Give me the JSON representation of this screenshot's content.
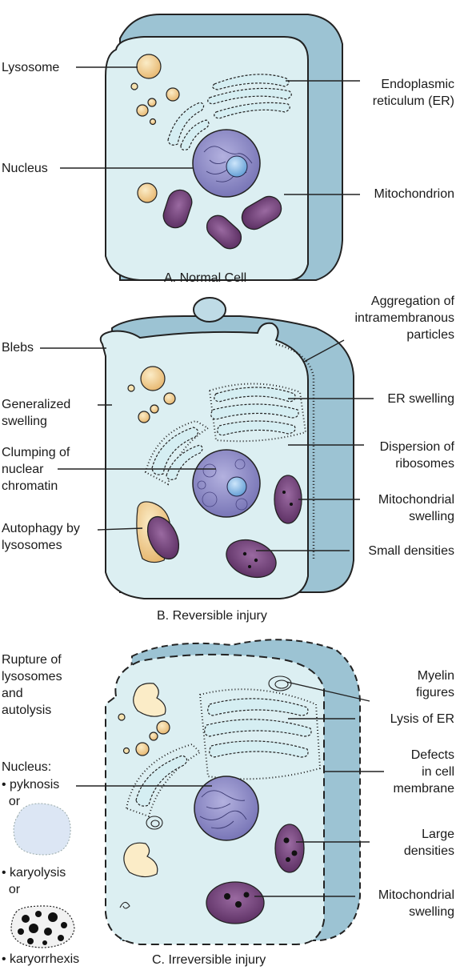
{
  "panels": {
    "a": {
      "caption": "A. Normal Cell",
      "labels": {
        "lysosome": "Lysosome",
        "nucleus": "Nucleus",
        "er": "Endoplasmic\nreticulum (ER)",
        "mito": "Mitochondrion"
      }
    },
    "b": {
      "caption": "B. Reversible injury",
      "labels": {
        "blebs": "Blebs",
        "swelling": "Generalized\nswelling",
        "clumping": "Clumping of\nnuclear\nchromatin",
        "autophagy": "Autophagy by\nlysosomes",
        "aggregation": "Aggregation of\nintramembranous\nparticles",
        "er_swelling": "ER swelling",
        "dispersion": "Dispersion of\nribosomes",
        "mito_swelling": "Mitochondrial\nswelling",
        "small_densities": "Small densities"
      }
    },
    "c": {
      "caption": "C. Irreversible injury",
      "labels": {
        "rupture": "Rupture of\nlysosomes\nand\nautolysis",
        "nucleus_head": "Nucleus:",
        "pyknosis": "• pyknosis\n  or",
        "karyolysis": "• karyolysis\n  or",
        "karyorrhexis": "• karyorrhexis",
        "myelin": "Myelin\nfigures",
        "lysis_er": "Lysis of ER",
        "defects": "Defects\nin cell\nmembrane",
        "large_densities": "Large\ndensities",
        "mito_swelling": "Mitochondrial\nswelling"
      }
    }
  },
  "colors": {
    "cytoplasm": "#dceff2",
    "membrane_side": "#9cc3d3",
    "membrane_top": "#bfdbe6",
    "nucleus": "#8c88c4",
    "nucleolus": "#7fb3df",
    "lysosome": "#f1cf93",
    "mitochondria": "#6f3e74",
    "er": "#d5eef2",
    "outline": "#222222"
  }
}
